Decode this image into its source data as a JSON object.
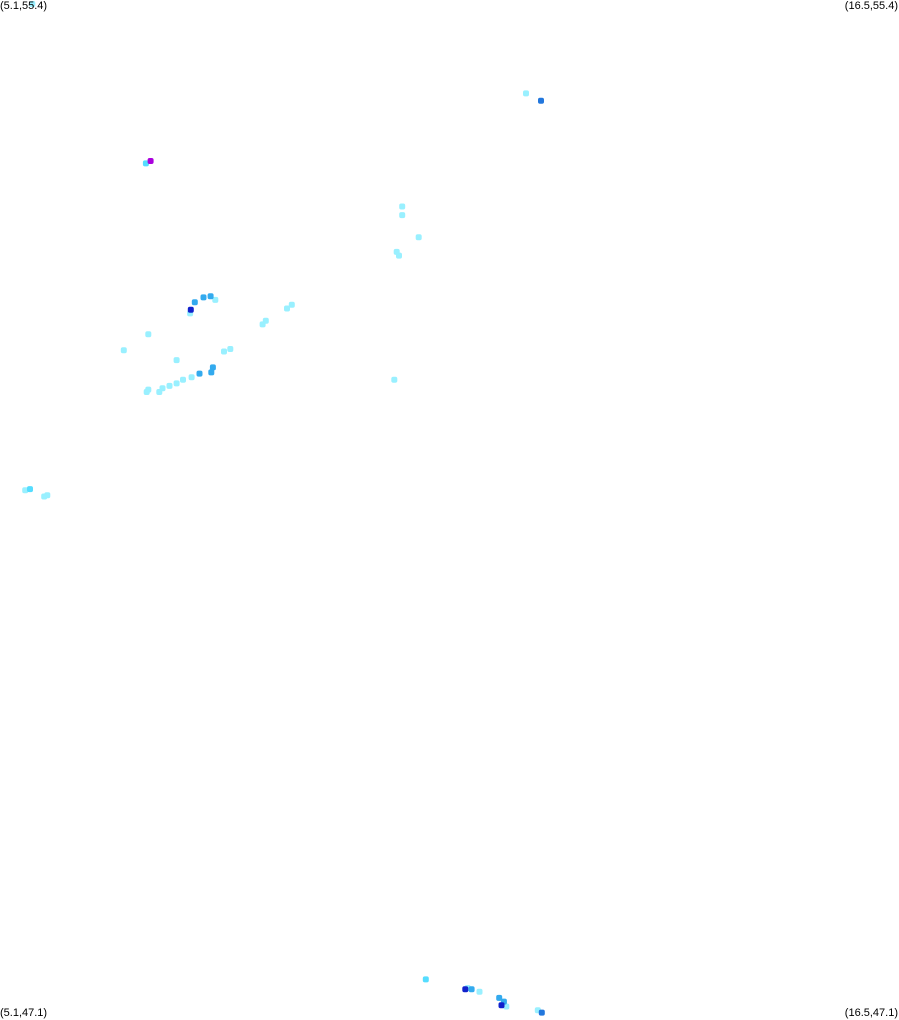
{
  "bounds": {
    "lon_min": 5.1,
    "lon_max": 16.5,
    "lat_min": 47.1,
    "lat_max": 55.4
  },
  "corner_labels": {
    "top_left": "(5.1,55.4)",
    "top_right": "(16.5,55.4)",
    "bottom_left": "(5.1,47.1)",
    "bottom_right": "(16.5,47.1)"
  },
  "colors": {
    "background": "#ffffff",
    "light": "#99f0ff",
    "cyan": "#55ddff",
    "medium": "#33aaee",
    "blue": "#2277dd",
    "dark": "#1122cc",
    "magenta": "#aa00dd"
  },
  "points": [
    {
      "lon": 5.51,
      "lat": 55.38,
      "level": "light"
    },
    {
      "lon": 11.77,
      "lat": 54.64,
      "level": "light"
    },
    {
      "lon": 11.96,
      "lat": 54.58,
      "level": "blue"
    },
    {
      "lon": 6.95,
      "lat": 54.07,
      "level": "cyan"
    },
    {
      "lon": 7.01,
      "lat": 54.09,
      "level": "magenta"
    },
    {
      "lon": 10.2,
      "lat": 53.72,
      "level": "light"
    },
    {
      "lon": 10.2,
      "lat": 53.65,
      "level": "light"
    },
    {
      "lon": 10.41,
      "lat": 53.47,
      "level": "light"
    },
    {
      "lon": 10.13,
      "lat": 53.35,
      "level": "light"
    },
    {
      "lon": 10.16,
      "lat": 53.32,
      "level": "light"
    },
    {
      "lon": 7.68,
      "lat": 52.98,
      "level": "medium"
    },
    {
      "lon": 7.77,
      "lat": 52.99,
      "level": "medium"
    },
    {
      "lon": 7.83,
      "lat": 52.96,
      "level": "light"
    },
    {
      "lon": 7.57,
      "lat": 52.94,
      "level": "medium"
    },
    {
      "lon": 7.52,
      "lat": 52.88,
      "level": "dark"
    },
    {
      "lon": 7.51,
      "lat": 52.85,
      "level": "light"
    },
    {
      "lon": 8.74,
      "lat": 52.89,
      "level": "light"
    },
    {
      "lon": 8.8,
      "lat": 52.92,
      "level": "light"
    },
    {
      "lon": 8.47,
      "lat": 52.79,
      "level": "light"
    },
    {
      "lon": 8.43,
      "lat": 52.76,
      "level": "light"
    },
    {
      "lon": 6.98,
      "lat": 52.68,
      "level": "light"
    },
    {
      "lon": 6.67,
      "lat": 52.55,
      "level": "light"
    },
    {
      "lon": 7.34,
      "lat": 52.47,
      "level": "light"
    },
    {
      "lon": 8.02,
      "lat": 52.56,
      "level": "light"
    },
    {
      "lon": 7.94,
      "lat": 52.54,
      "level": "light"
    },
    {
      "lon": 7.78,
      "lat": 52.37,
      "level": "medium"
    },
    {
      "lon": 7.8,
      "lat": 52.41,
      "level": "medium"
    },
    {
      "lon": 7.63,
      "lat": 52.36,
      "level": "medium"
    },
    {
      "lon": 7.53,
      "lat": 52.33,
      "level": "light"
    },
    {
      "lon": 7.42,
      "lat": 52.31,
      "level": "light"
    },
    {
      "lon": 7.34,
      "lat": 52.28,
      "level": "light"
    },
    {
      "lon": 7.25,
      "lat": 52.26,
      "level": "light"
    },
    {
      "lon": 7.16,
      "lat": 52.24,
      "level": "light"
    },
    {
      "lon": 7.12,
      "lat": 52.21,
      "level": "light"
    },
    {
      "lon": 6.98,
      "lat": 52.23,
      "level": "light"
    },
    {
      "lon": 6.96,
      "lat": 52.21,
      "level": "light"
    },
    {
      "lon": 10.1,
      "lat": 52.31,
      "level": "light"
    },
    {
      "lon": 5.42,
      "lat": 51.41,
      "level": "light"
    },
    {
      "lon": 5.48,
      "lat": 51.42,
      "level": "cyan"
    },
    {
      "lon": 5.7,
      "lat": 51.37,
      "level": "light"
    },
    {
      "lon": 5.66,
      "lat": 51.36,
      "level": "light"
    },
    {
      "lon": 10.5,
      "lat": 47.43,
      "level": "cyan"
    },
    {
      "lon": 11.03,
      "lat": 47.36,
      "level": "light"
    },
    {
      "lon": 11.08,
      "lat": 47.35,
      "level": "medium"
    },
    {
      "lon": 11.0,
      "lat": 47.35,
      "level": "dark"
    },
    {
      "lon": 11.18,
      "lat": 47.33,
      "level": "light"
    },
    {
      "lon": 11.43,
      "lat": 47.28,
      "level": "medium"
    },
    {
      "lon": 11.49,
      "lat": 47.25,
      "level": "medium"
    },
    {
      "lon": 11.46,
      "lat": 47.22,
      "level": "dark"
    },
    {
      "lon": 11.52,
      "lat": 47.21,
      "level": "light"
    },
    {
      "lon": 11.92,
      "lat": 47.18,
      "level": "light"
    },
    {
      "lon": 11.97,
      "lat": 47.16,
      "level": "blue"
    }
  ]
}
